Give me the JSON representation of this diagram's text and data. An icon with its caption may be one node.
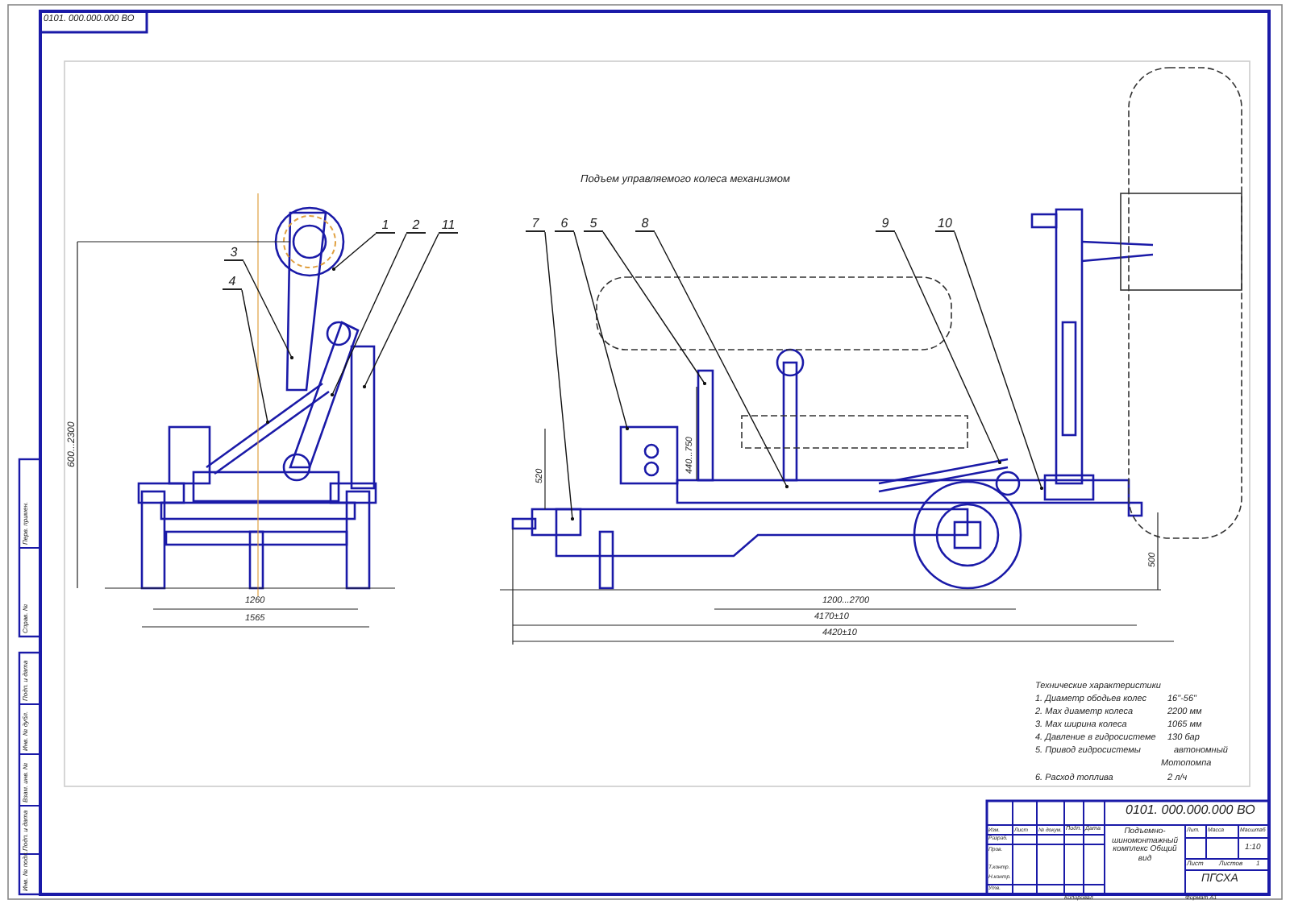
{
  "diagram": {
    "nodes": [
      {
        "text": [
          "1"
        ]
      },
      {
        "text": [
          "2"
        ]
      },
      {
        "text": [
          "11"
        ]
      },
      {
        "text": [
          "7"
        ]
      },
      {
        "text": [
          "6"
        ]
      },
      {
        "text": [
          "5"
        ]
      },
      {
        "text": [
          "8"
        ]
      },
      {
        "text": [
          "9"
        ]
      },
      {
        "text": [
          "10"
        ]
      },
      {
        "text": [
          "3"
        ]
      },
      {
        "text": [
          "4"
        ]
      }
    ],
    "edges": [
      {
        "from": 0,
        "to": null,
        "arrow": "other"
      },
      {
        "from": 1,
        "to": null,
        "arrow": "other"
      },
      {
        "from": 2,
        "to": null,
        "arrow": "other"
      },
      {
        "from": 3,
        "to": null,
        "arrow": "other"
      },
      {
        "from": 4,
        "to": null,
        "arrow": "other"
      },
      {
        "from": 5,
        "to": null,
        "arrow": "other"
      },
      {
        "from": 6,
        "to": null,
        "arrow": "other"
      },
      {
        "from": 7,
        "to": null,
        "arrow": "other"
      },
      {
        "from": 8,
        "to": null,
        "arrow": "other"
      },
      {
        "from": 9,
        "to": null,
        "arrow": "other"
      },
      {
        "from": 10,
        "to": null,
        "arrow": "other"
      }
    ],
    "labels": [
      "0101. 000.000.000 ВО",
      "Подъем управляемого колеса механизмом",
      "600...2300",
      "1260",
      "1565",
      "520",
      "440...750",
      "500",
      "1200...2700",
      "4170±10",
      "4420±10",
      "Технические характеристики",
      "1. Диаметр ободьев колес",
      "16\"-56\"",
      "2. Max диаметр колеса",
      "2200 мм",
      "3. Max ширина колеса",
      "1065 мм",
      "4. Давление в гидросистеме",
      "130 бар",
      "5. Привод гидросистемы",
      "автономный",
      "Мотопомпа",
      "6. Расход топлива",
      "2 л/ч",
      "0101. 000.000.000 ВО",
      "Подъемно-шиномонтажный комплекс Общий вид",
      "Лит.",
      "Масса",
      "Масштаб",
      "1:10",
      "Лист",
      "Листов",
      "1",
      "ПГСХА",
      "Изм.",
      "Лист",
      "№ докум.",
      "Подп.",
      "Дата",
      "Разраб.",
      "Пров.",
      "Т.контр.",
      "Н.контр.",
      "Утв.",
      "Копировал",
      "Формат А1",
      "Перв. примен.",
      "Справ. №",
      "Подп. и дата",
      "Инв. № дубл.",
      "Взам. инв. №",
      "Подп. и дата",
      "Инв. № подл."
    ]
  }
}
